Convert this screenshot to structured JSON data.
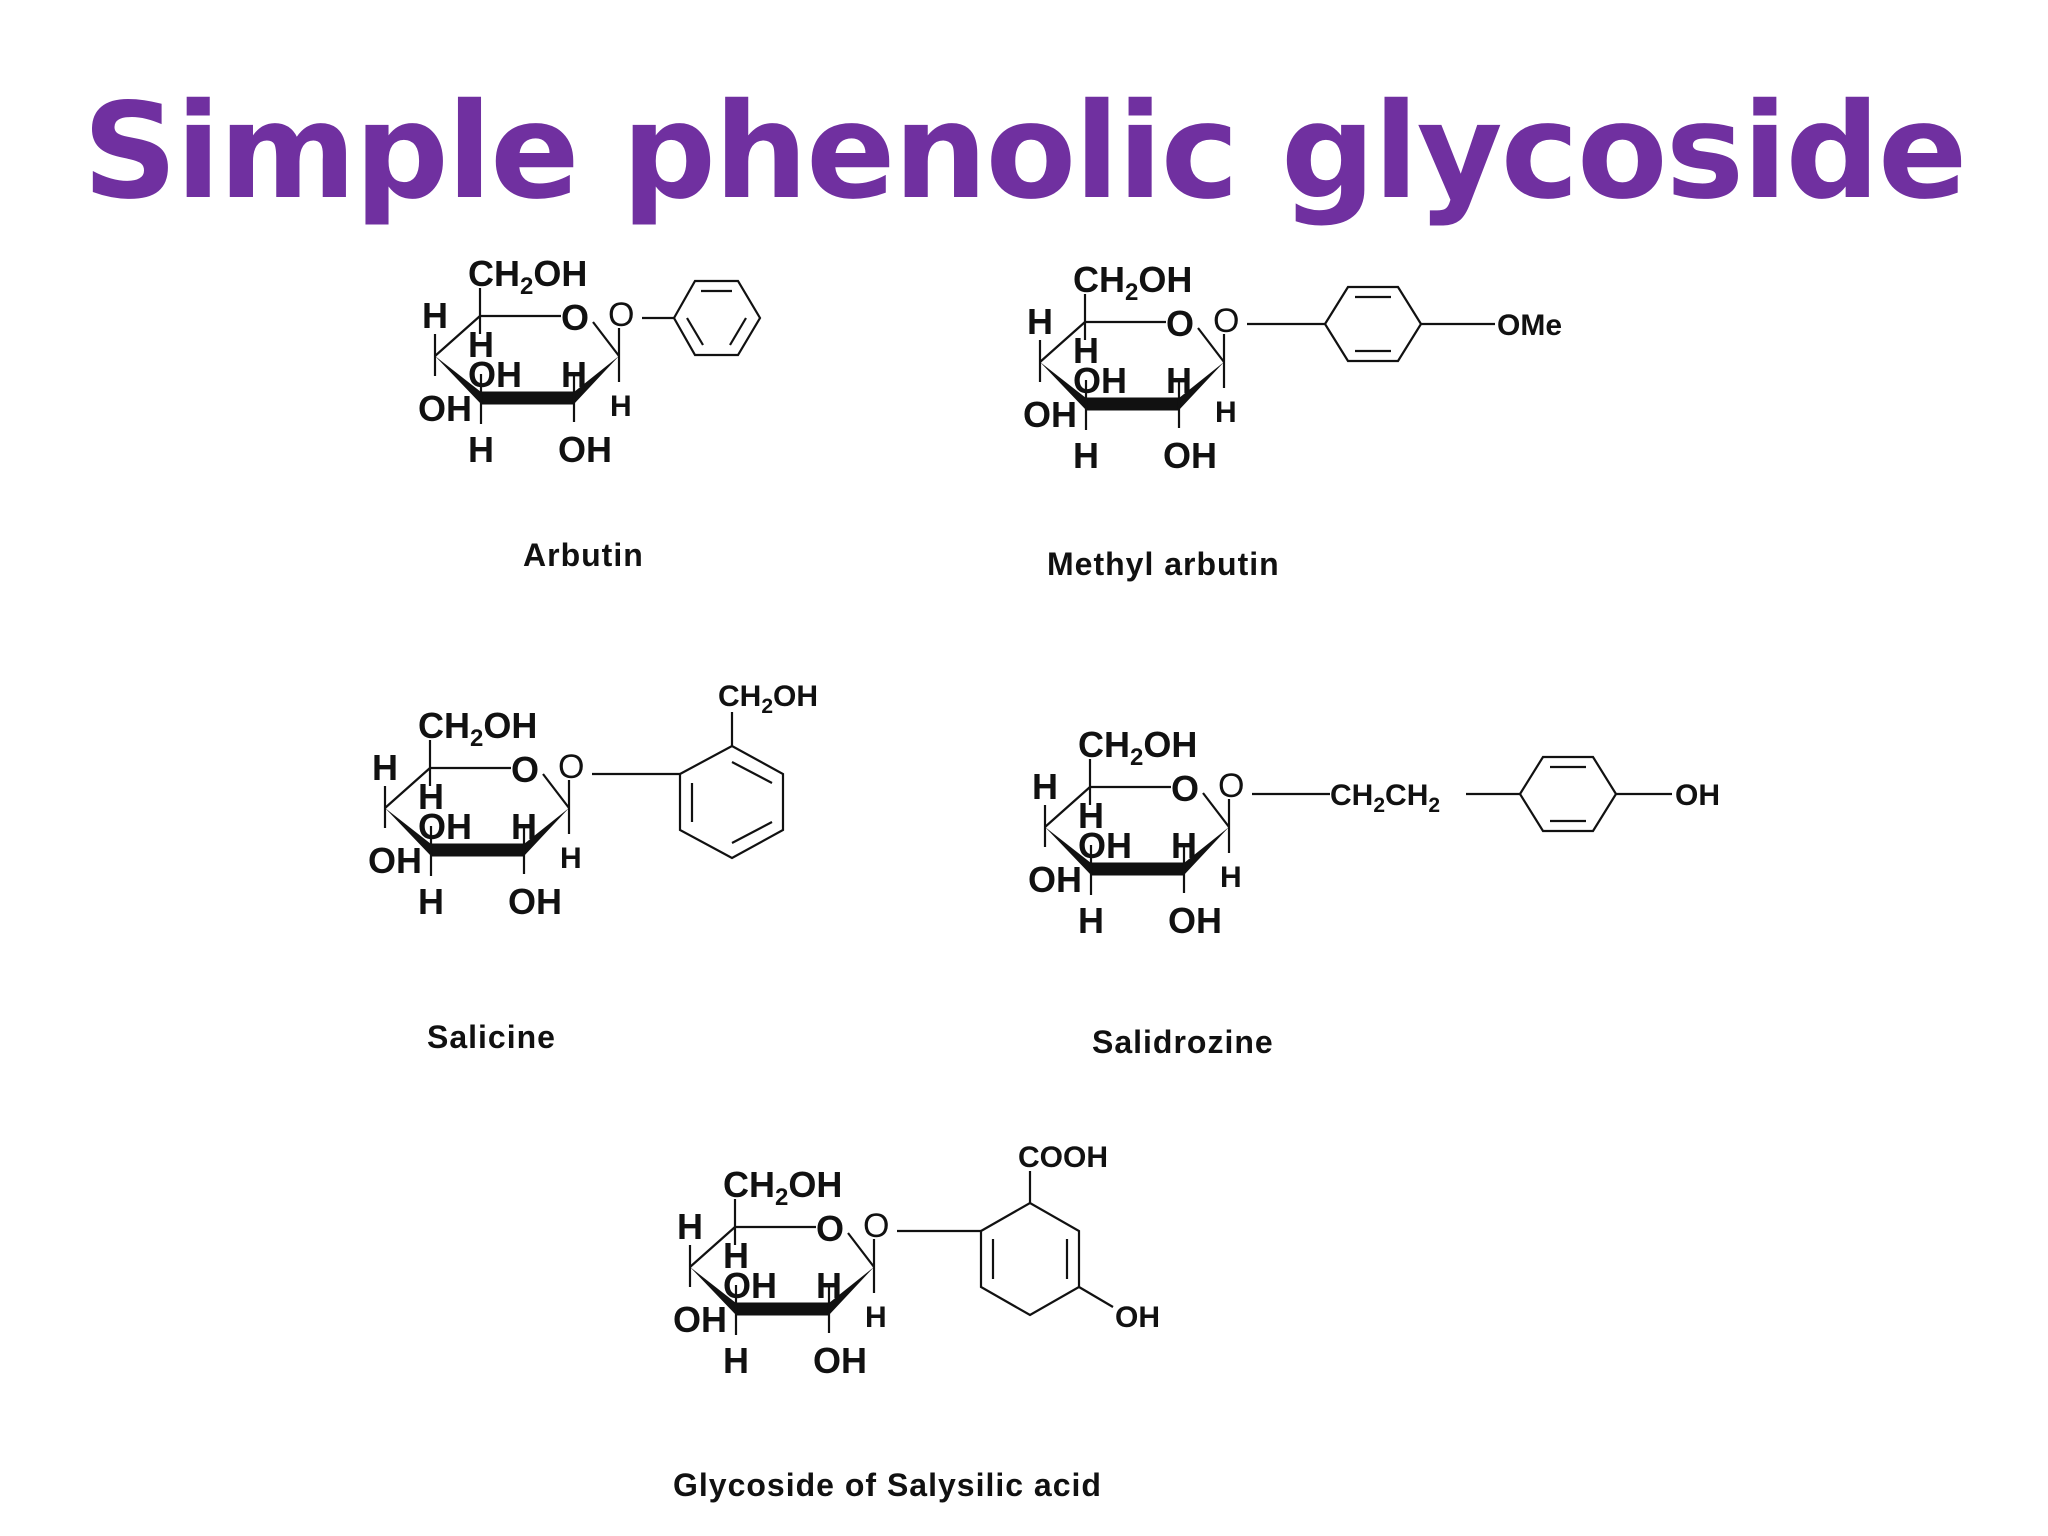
{
  "title": "Simple phenolic glycoside",
  "colors": {
    "title": "#7030a0",
    "structure": "#111111",
    "background": "#ffffff"
  },
  "ring_labels": {
    "ch2oh_ch": "CH",
    "ch2oh_sub": "2",
    "ch2oh_oh": "OH",
    "ring_oxygen": "O",
    "h": "H",
    "oh": "OH",
    "glycosidic_o": "O"
  },
  "compounds": [
    {
      "id": "arbutin",
      "name": "Arbutin",
      "aglycone": "phenyl"
    },
    {
      "id": "methyl-arbutin",
      "name": "Methyl arbutin",
      "aglycone": "4-methoxyphenyl",
      "substituent": "OMe"
    },
    {
      "id": "salicine",
      "name": "Salicine",
      "aglycone": "2-(hydroxymethyl)phenyl",
      "substituent_ch": "CH",
      "substituent_sub": "2",
      "substituent_oh": "OH"
    },
    {
      "id": "salidrozine",
      "name": "Salidrozine",
      "aglycone": "4-hydroxyphenylethyl",
      "chain_a": "CH",
      "chain_sub_a": "2",
      "chain_b": "CH",
      "chain_sub_b": "2",
      "substituent": "OH"
    },
    {
      "id": "glycoside-salysilic",
      "name": "Glycoside of Salysilic acid",
      "aglycone": "2-carboxy-4-hydroxyphenyl",
      "substituent_top": "COOH",
      "substituent_side": "OH"
    }
  ]
}
